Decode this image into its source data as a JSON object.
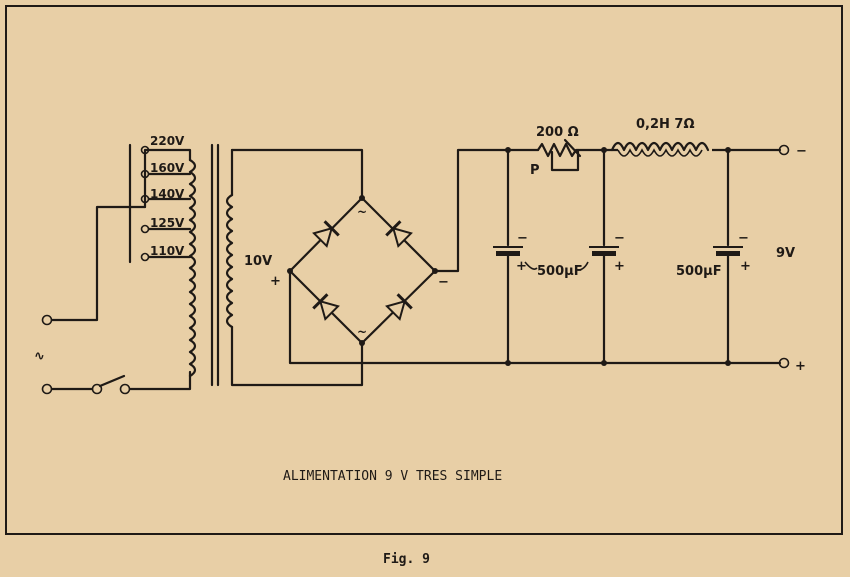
{
  "taps": [
    "220V",
    "160V",
    "140V",
    "125V",
    "110V"
  ],
  "secondary_voltage": "10V",
  "resistor": {
    "value": "200 Ω",
    "wiper": "P"
  },
  "choke": {
    "value": "0,2H  7Ω"
  },
  "capacitors": [
    "500μF",
    "500μF"
  ],
  "output_voltage": "9V",
  "ac_symbol": "∿",
  "signs": {
    "minus": "−",
    "plus": "+"
  },
  "bridge_ac_mark": "~",
  "caption": "ALIMENTATION 9 V TRES SIMPLE",
  "figure_label": "Fig. 9",
  "colors": {
    "paper": "#e8cfa6",
    "ink": "#1f1a16"
  }
}
